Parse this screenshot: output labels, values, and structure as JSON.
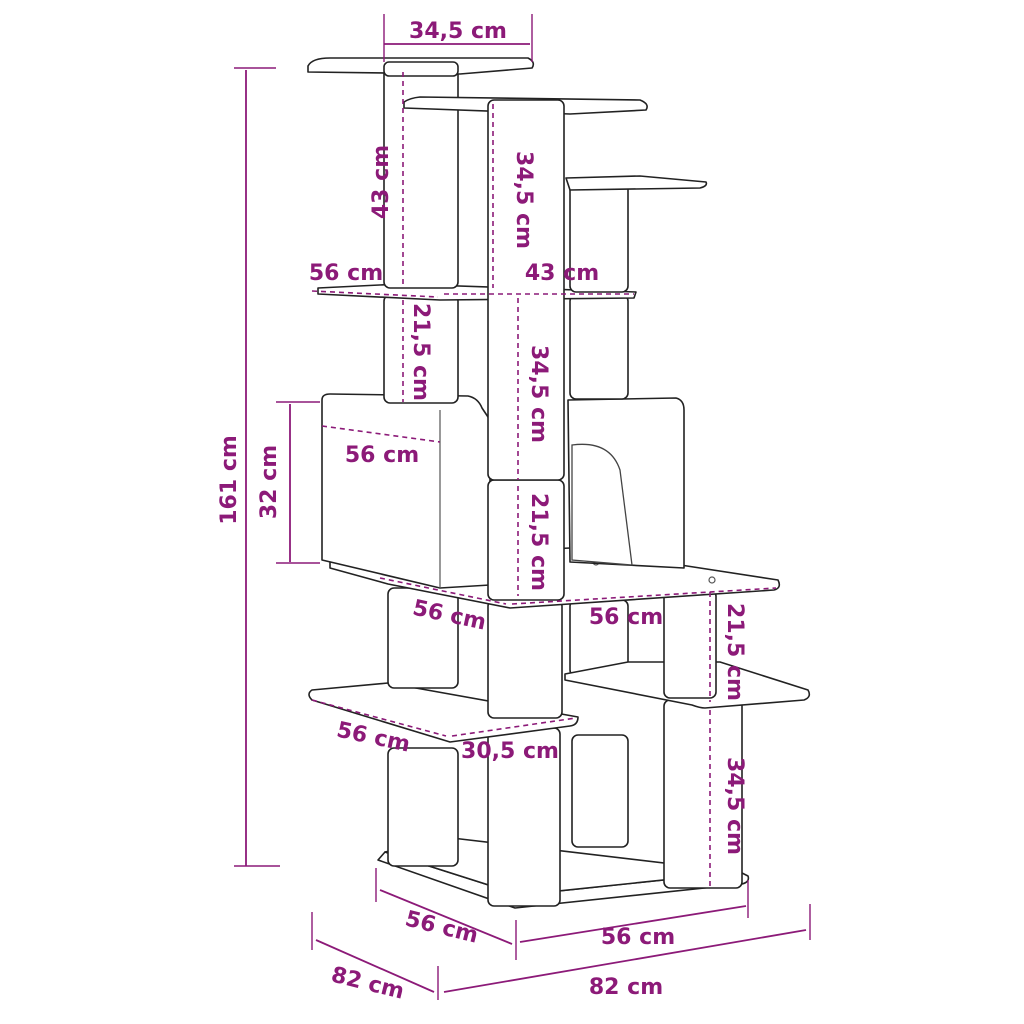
{
  "colors": {
    "dimension": "#8c1a78",
    "outline": "#222222",
    "background": "#ffffff"
  },
  "labels": {
    "top_platform_width": "34,5 cm",
    "post_left_upper": "43 cm",
    "post_middle_upper": "34,5 cm",
    "platform_left_mid": "56 cm",
    "platform_right_mid": "43 cm",
    "post_left_mid": "21,5 cm",
    "post_middle_mid": "34,5 cm",
    "condo_height": "32 cm",
    "condo_width": "56 cm",
    "post_middle_lower": "21,5 cm",
    "overall_height": "161 cm",
    "deck_left": "56 cm",
    "deck_right": "56 cm",
    "post_right_upper": "21,5 cm",
    "lower_platform_left": "56 cm",
    "lower_platform_right": "30,5 cm",
    "post_right_lower": "34,5 cm",
    "base_left": "56 cm",
    "base_right": "56 cm",
    "overall_depth": "82 cm",
    "overall_width": "82 cm"
  }
}
